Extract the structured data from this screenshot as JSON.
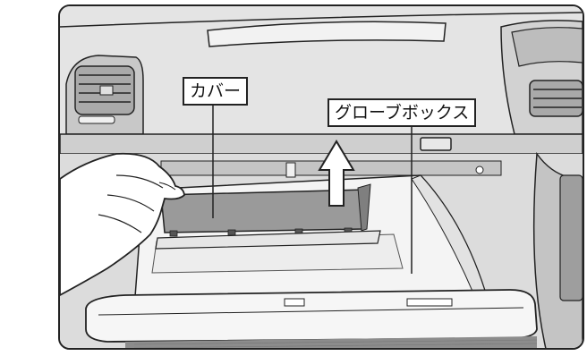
{
  "labels": {
    "cover": "カバー",
    "glove_box": "グローブボックス"
  },
  "colors": {
    "dashboard": "#dcdcdc",
    "dashboard_dark": "#bfbfbf",
    "upper_dash": "#e4e4e4",
    "vent": "#a9a9a9",
    "cover_panel": "#9a9a9a",
    "glove_box_inner": "#f4f4f4",
    "outline": "#222222",
    "arrow_fill": "#ffffff"
  },
  "icons": {
    "hand": "hand-illustration",
    "up_arrow": "up-arrow-icon"
  }
}
